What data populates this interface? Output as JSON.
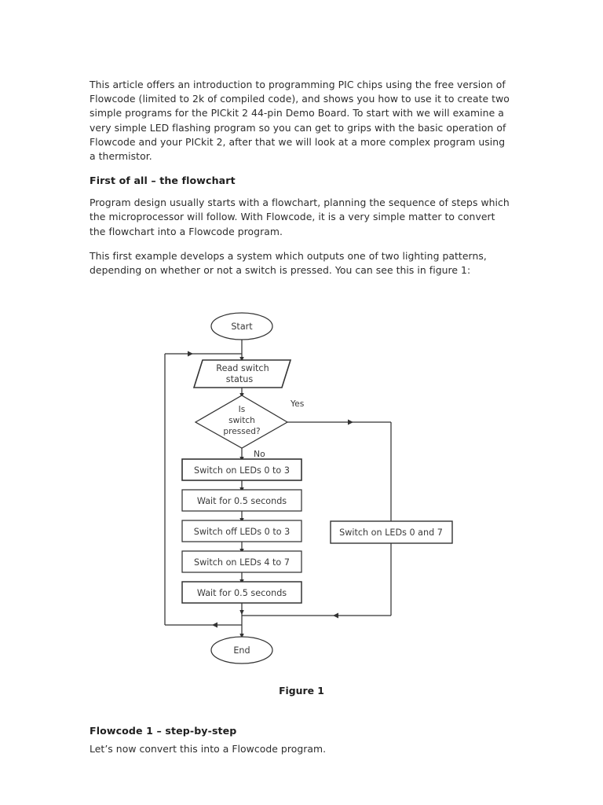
{
  "document": {
    "paragraphs": [
      {
        "id": "intro",
        "text": "This article offers an introduction to programming PIC chips using the free version of Flowcode (limited to 2k of compiled code), and shows you how to use it to create two simple programs for the PICkit 2 44-pin Demo Board. To start with we will examine a very simple LED flashing program so you can get to grips with the basic operation of Flowcode and your PICkit 2, after that we will look at a more complex program using a thermistor."
      }
    ],
    "sections": [
      {
        "id": "flowchart-section",
        "heading": "First of all – the flowchart",
        "paragraphs": [
          "Program design usually starts with a flowchart, planning the sequence of steps which the microprocessor will follow. With Flowcode, it is a very simple matter to convert the flowchart into a Flowcode program.",
          "This first example develops a system which outputs one of two lighting patterns, depending on whether or not a switch is pressed. You can see this in figure 1:"
        ]
      },
      {
        "id": "stepbystep-section",
        "heading": "Flowcode 1 – step-by-step",
        "paragraphs": [
          "Let’s now convert this into a Flowcode program."
        ]
      }
    ],
    "figure": {
      "caption": "Figure 1",
      "nodes": {
        "start": "Start",
        "read_switch": "Read switch status",
        "read_switch_line1": "Read switch",
        "read_switch_line2": "status",
        "decision_line1": "Is",
        "decision_line2": "switch",
        "decision_line3": "pressed?",
        "process_1": "Switch on LEDs 0 to 3",
        "process_2": "Wait for 0.5 seconds",
        "process_3": "Switch off LEDs 0 to 3",
        "process_4": "Switch on LEDs 4 to 7",
        "process_5": "Wait for 0.5 seconds",
        "branch_yes_process": "Switch on LEDs 0 and 7",
        "end": "End"
      },
      "branch_labels": {
        "yes": "Yes",
        "no": "No"
      }
    }
  },
  "colors": {
    "page_background": "#ffffff",
    "body_text": "#2d2d2d",
    "heading_text": "#1e1e1e",
    "diagram_stroke": "#333333",
    "diagram_fill": "#ffffff"
  }
}
